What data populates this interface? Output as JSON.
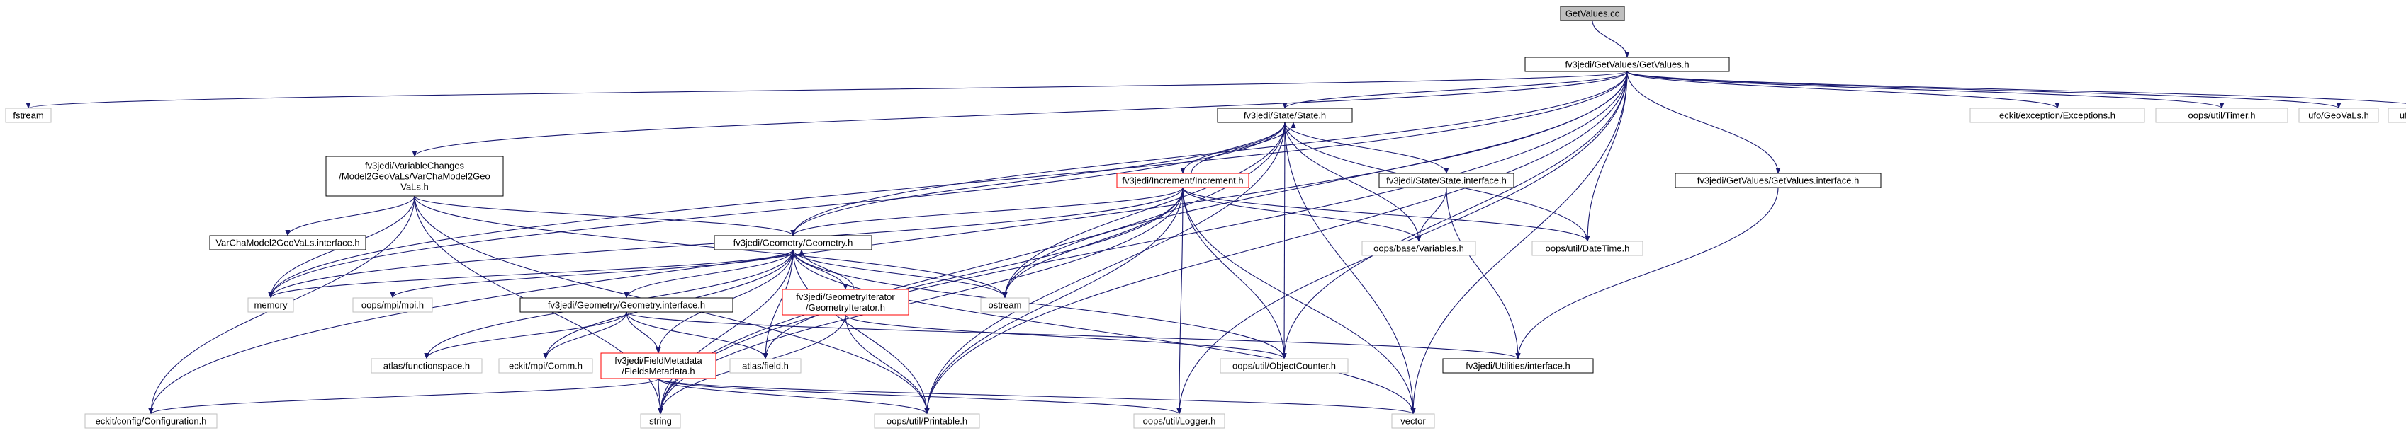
{
  "diagram": {
    "root": "GetValues.cc",
    "nodes": [
      {
        "id": "root",
        "label": [
          "GetValues.cc"
        ],
        "style": "root"
      },
      {
        "id": "gvh",
        "label": [
          "fv3jedi/GetValues/GetValues.h"
        ],
        "style": "normal"
      },
      {
        "id": "fstream",
        "label": [
          "fstream"
        ],
        "style": "external"
      },
      {
        "id": "varcha",
        "label": [
          "fv3jedi/VariableChanges",
          "/Model2GeoVaLs/VarChaModel2Geo",
          "VaLs.h"
        ],
        "style": "normal"
      },
      {
        "id": "stateh",
        "label": [
          "fv3jedi/State/State.h"
        ],
        "style": "normal"
      },
      {
        "id": "exceptions",
        "label": [
          "eckit/exception/Exceptions.h"
        ],
        "style": "external"
      },
      {
        "id": "timer",
        "label": [
          "oops/util/Timer.h"
        ],
        "style": "external"
      },
      {
        "id": "geovals",
        "label": [
          "ufo/GeoVaLs.h"
        ],
        "style": "external"
      },
      {
        "id": "locations",
        "label": [
          "ufo/Locations.h"
        ],
        "style": "external"
      },
      {
        "id": "gvinterface",
        "label": [
          "fv3jedi/GetValues/GetValues.interface.h"
        ],
        "style": "normal"
      },
      {
        "id": "incr",
        "label": [
          "fv3jedi/Increment/Increment.h"
        ],
        "style": "red"
      },
      {
        "id": "stateinterface",
        "label": [
          "fv3jedi/State/State.interface.h"
        ],
        "style": "normal"
      },
      {
        "id": "varchainterface",
        "label": [
          "VarChaModel2GeoVaLs.interface.h"
        ],
        "style": "normal"
      },
      {
        "id": "geom",
        "label": [
          "fv3jedi/Geometry/Geometry.h"
        ],
        "style": "normal"
      },
      {
        "id": "variables",
        "label": [
          "oops/base/Variables.h"
        ],
        "style": "external"
      },
      {
        "id": "datetime",
        "label": [
          "oops/util/DateTime.h"
        ],
        "style": "external"
      },
      {
        "id": "memory",
        "label": [
          "memory"
        ],
        "style": "external"
      },
      {
        "id": "mpi",
        "label": [
          "oops/mpi/mpi.h"
        ],
        "style": "external"
      },
      {
        "id": "geomiter",
        "label": [
          "fv3jedi/GeometryIterator",
          "/GeometryIterator.h"
        ],
        "style": "red"
      },
      {
        "id": "ostream",
        "label": [
          "ostream"
        ],
        "style": "external"
      },
      {
        "id": "geominterface",
        "label": [
          "fv3jedi/Geometry/Geometry.interface.h"
        ],
        "style": "normal"
      },
      {
        "id": "funcspace",
        "label": [
          "atlas/functionspace.h"
        ],
        "style": "external"
      },
      {
        "id": "comm",
        "label": [
          "eckit/mpi/Comm.h"
        ],
        "style": "external"
      },
      {
        "id": "fieldmeta",
        "label": [
          "fv3jedi/FieldMetadata",
          "/FieldsMetadata.h"
        ],
        "style": "red"
      },
      {
        "id": "atlasfield",
        "label": [
          "atlas/field.h"
        ],
        "style": "external"
      },
      {
        "id": "objcounter",
        "label": [
          "oops/util/ObjectCounter.h"
        ],
        "style": "external"
      },
      {
        "id": "utilinterface",
        "label": [
          "fv3jedi/Utilities/interface.h"
        ],
        "style": "normal"
      },
      {
        "id": "config",
        "label": [
          "eckit/config/Configuration.h"
        ],
        "style": "external"
      },
      {
        "id": "string",
        "label": [
          "string"
        ],
        "style": "external"
      },
      {
        "id": "printable",
        "label": [
          "oops/util/Printable.h"
        ],
        "style": "external"
      },
      {
        "id": "logger",
        "label": [
          "oops/util/Logger.h"
        ],
        "style": "external"
      },
      {
        "id": "vector",
        "label": [
          "vector"
        ],
        "style": "external"
      }
    ],
    "edges": [
      [
        "root",
        "gvh"
      ],
      [
        "gvh",
        "fstream"
      ],
      [
        "gvh",
        "varcha"
      ],
      [
        "gvh",
        "stateh"
      ],
      [
        "gvh",
        "exceptions"
      ],
      [
        "gvh",
        "timer"
      ],
      [
        "gvh",
        "geovals"
      ],
      [
        "gvh",
        "locations"
      ],
      [
        "gvh",
        "gvinterface"
      ],
      [
        "gvh",
        "geom"
      ],
      [
        "gvh",
        "datetime"
      ],
      [
        "gvh",
        "ostream"
      ],
      [
        "gvh",
        "objcounter"
      ],
      [
        "gvh",
        "memory"
      ],
      [
        "gvh",
        "config"
      ],
      [
        "gvh",
        "string"
      ],
      [
        "gvh",
        "printable"
      ],
      [
        "gvh",
        "logger"
      ],
      [
        "gvh",
        "vector"
      ],
      [
        "varcha",
        "varchainterface"
      ],
      [
        "varcha",
        "geom"
      ],
      [
        "varcha",
        "memory"
      ],
      [
        "varcha",
        "ostream"
      ],
      [
        "varcha",
        "config"
      ],
      [
        "varcha",
        "string"
      ],
      [
        "varcha",
        "printable"
      ],
      [
        "stateh",
        "incr"
      ],
      [
        "stateh",
        "stateinterface"
      ],
      [
        "stateh",
        "geom"
      ],
      [
        "stateh",
        "variables"
      ],
      [
        "stateh",
        "datetime"
      ],
      [
        "stateh",
        "memory"
      ],
      [
        "stateh",
        "ostream"
      ],
      [
        "stateh",
        "objcounter"
      ],
      [
        "stateh",
        "printable"
      ],
      [
        "stateh",
        "string"
      ],
      [
        "stateh",
        "vector"
      ],
      [
        "incr",
        "stateh"
      ],
      [
        "incr",
        "geom"
      ],
      [
        "incr",
        "variables"
      ],
      [
        "incr",
        "datetime"
      ],
      [
        "incr",
        "memory"
      ],
      [
        "incr",
        "ostream"
      ],
      [
        "incr",
        "objcounter"
      ],
      [
        "incr",
        "atlasfield"
      ],
      [
        "incr",
        "printable"
      ],
      [
        "incr",
        "string"
      ],
      [
        "incr",
        "vector"
      ],
      [
        "incr",
        "logger"
      ],
      [
        "stateinterface",
        "variables"
      ],
      [
        "stateinterface",
        "utilinterface"
      ],
      [
        "gvinterface",
        "utilinterface"
      ],
      [
        "geom",
        "memory"
      ],
      [
        "geom",
        "mpi"
      ],
      [
        "geom",
        "geomiter"
      ],
      [
        "geom",
        "ostream"
      ],
      [
        "geom",
        "geominterface"
      ],
      [
        "geom",
        "funcspace"
      ],
      [
        "geom",
        "comm"
      ],
      [
        "geom",
        "fieldmeta"
      ],
      [
        "geom",
        "atlasfield"
      ],
      [
        "geom",
        "objcounter"
      ],
      [
        "geom",
        "printable"
      ],
      [
        "geom",
        "string"
      ],
      [
        "geom",
        "vector"
      ],
      [
        "geomiter",
        "geom"
      ],
      [
        "geomiter",
        "objcounter"
      ],
      [
        "geomiter",
        "printable"
      ],
      [
        "geomiter",
        "string"
      ],
      [
        "geominterface",
        "funcspace"
      ],
      [
        "geominterface",
        "comm"
      ],
      [
        "geominterface",
        "fieldmeta"
      ],
      [
        "geominterface",
        "atlasfield"
      ],
      [
        "geominterface",
        "utilinterface"
      ],
      [
        "fieldmeta",
        "config"
      ],
      [
        "fieldmeta",
        "string"
      ],
      [
        "fieldmeta",
        "printable"
      ],
      [
        "fieldmeta",
        "logger"
      ],
      [
        "fieldmeta",
        "vector"
      ]
    ]
  },
  "colors": {
    "edge": "#191970",
    "normal_border": "#000000",
    "external_border": "#bfbfbf",
    "red_border": "#ff0000",
    "root_fill": "#bfbfbf",
    "text": "#000000"
  }
}
